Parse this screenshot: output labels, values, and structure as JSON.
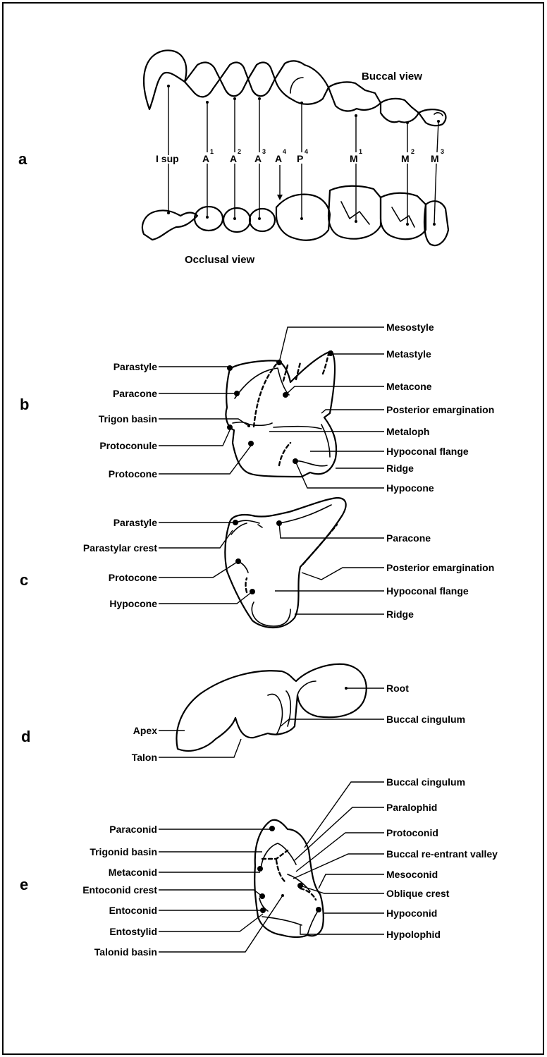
{
  "panels": {
    "a": {
      "letter": "a",
      "buccal_view": "Buccal view",
      "occlusal_view": "Occlusal view",
      "teeth": [
        {
          "base": "I sup",
          "sup": ""
        },
        {
          "base": "A",
          "sup": "1"
        },
        {
          "base": "A",
          "sup": "2"
        },
        {
          "base": "A",
          "sup": "3"
        },
        {
          "base": "A",
          "sup": "4"
        },
        {
          "base": "P",
          "sup": "4"
        },
        {
          "base": "M",
          "sup": "1"
        },
        {
          "base": "M",
          "sup": "2"
        },
        {
          "base": "M",
          "sup": "3"
        }
      ]
    },
    "b": {
      "letter": "b",
      "left_labels": [
        "Parastyle",
        "Paracone",
        "Trigon basin",
        "Protoconule",
        "Protocone"
      ],
      "right_labels": [
        "Mesostyle",
        "Metastyle",
        "Metacone",
        "Posterior emargination",
        "Metaloph",
        "Hypoconal flange",
        "Ridge",
        "Hypocone"
      ]
    },
    "c": {
      "letter": "c",
      "left_labels": [
        "Parastyle",
        "Parastylar crest",
        "Protocone",
        "Hypocone"
      ],
      "right_labels": [
        "Paracone",
        "Posterior emargination",
        "Hypoconal flange",
        "Ridge"
      ]
    },
    "d": {
      "letter": "d",
      "left_labels": [
        "Apex",
        "Talon"
      ],
      "right_labels": [
        "Root",
        "Buccal cingulum"
      ]
    },
    "e": {
      "letter": "e",
      "left_labels": [
        "Paraconid",
        "Trigonid basin",
        "Metaconid",
        "Entoconid crest",
        "Entoconid",
        "Entostylid",
        "Talonid basin"
      ],
      "right_labels": [
        "Buccal cingulum",
        "Paralophid",
        "Protoconid",
        "Buccal re-entrant valley",
        "Mesoconid",
        "Oblique crest",
        "Hypoconid",
        "Hypolophid"
      ]
    }
  }
}
